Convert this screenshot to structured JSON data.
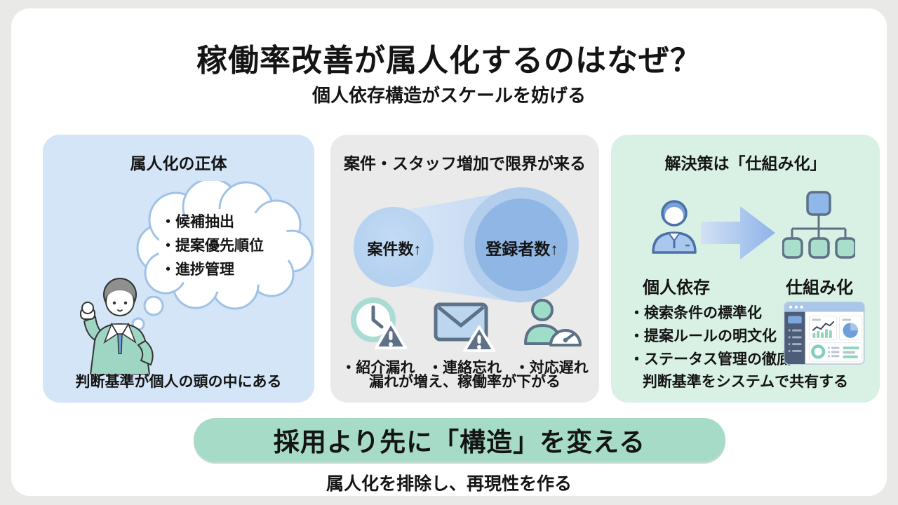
{
  "title": "稼働率改善が属人化するのはなぜ？",
  "subtitle": "個人依存構造がスケールを妨げる",
  "panels": {
    "left": {
      "header": "属人化の正体",
      "cloud_items": [
        "・候補抽出",
        "・提案優先順位",
        "・進捗管理"
      ],
      "footer": "判断基準が個人の頭の中にある"
    },
    "middle": {
      "header": "案件・スタッフ増加で限界が来る",
      "circle_small": "案件数↑",
      "circle_large": "登録者数↑",
      "issues": [
        "・紹介漏れ",
        "・連絡忘れ",
        "・対応遅れ"
      ],
      "footer": "漏れが増え、稼働率が下がる"
    },
    "right": {
      "header": "解決策は「仕組み化」",
      "label_before": "個人依存",
      "label_after": "仕組み化",
      "bullets": [
        "・検索条件の標準化",
        "・提案ルールの明文化",
        "・ステータス管理の徹底"
      ],
      "footer": "判断基準をシステムで共有する"
    }
  },
  "banner": {
    "text": "採用より先に「構造」を変える"
  },
  "caption": "属人化を排除し、再現性を作る",
  "icons": [
    "thought-cloud",
    "person-illustration",
    "clock-warning-icon",
    "envelope-warning-icon",
    "person-gauge-icon",
    "person-icon",
    "arrow-right-icon",
    "org-chart-icon",
    "dashboard-icon"
  ],
  "colors": {
    "background": "#e9e9e7",
    "slide": "#ffffff",
    "panel_blue": "#d3e5f7",
    "panel_gray": "#eaeaea",
    "panel_mint": "#d9f1e5",
    "banner_green": "#a6dcc7",
    "circle_small_blue": "#b7d2f0",
    "circle_large_blue": "#8fb6e4",
    "icon_slate": "#5d7187",
    "icon_teal": "#9edec9",
    "arrow_blue": "#8eb3e8",
    "text": "#141414"
  }
}
